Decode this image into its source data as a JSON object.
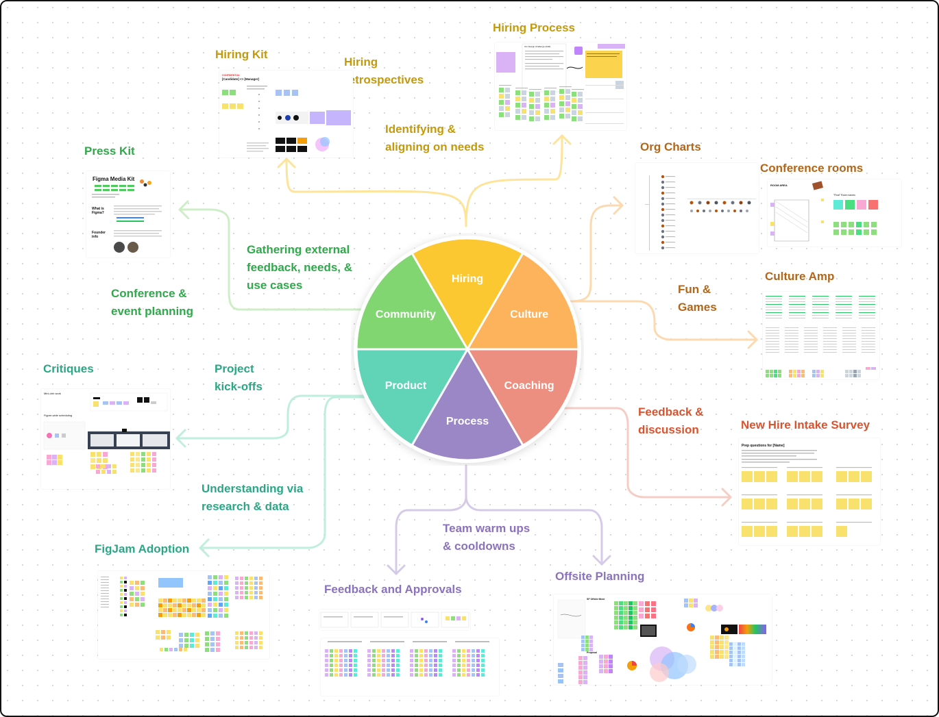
{
  "wheel": {
    "segments": [
      {
        "label": "Hiring",
        "color": "#fcc831"
      },
      {
        "label": "Culture",
        "color": "#fdb25c"
      },
      {
        "label": "Coaching",
        "color": "#ed8f80"
      },
      {
        "label": "Process",
        "color": "#9b87c5"
      },
      {
        "label": "Product",
        "color": "#61d3b7"
      },
      {
        "label": "Community",
        "color": "#81d672"
      }
    ]
  },
  "labels": {
    "hiring_process": "Hiring Process",
    "hiring_kit": "Hiring Kit",
    "hiring_retros": "Hiring\nretrospectives",
    "identifying": "Identifying &\naligning on needs",
    "press_kit": "Press Kit",
    "gathering": "Gathering external\nfeedback, needs, &\nuse cases",
    "conference_planning": "Conference &\nevent planning",
    "critiques": "Critiques",
    "kickoffs": "Project\nkick-offs",
    "understanding": "Understanding via\nresearch & data",
    "figjam": "FigJam Adoption",
    "warmups": "Team warm ups\n& cooldowns",
    "feedback_approvals": "Feedback and Approvals",
    "offsite": "Offsite Planning",
    "org_charts": "Org Charts",
    "conference_rooms": "Conference rooms",
    "fun_games": "Fun &\nGames",
    "culture_amp": "Culture Amp",
    "feedback_discussion": "Feedback &\ndiscussion",
    "intake_survey": "New Hire Intake Survey"
  },
  "thumbs": {
    "media_kit_title": "Figma Media Kit",
    "what_is_figma": "What is\nFigma?",
    "founder_info": "Founder\ninfo",
    "hiring_kit_title": "[Candidate] <> [Manager]",
    "hiring_kit_confidential": "CONFIDENTIAL",
    "hiring_process_title": "Our Design Challenge (draft)",
    "conf_rooms_title": "ROOM AREA",
    "conf_rooms_note": "\"Final\" Room names",
    "intake_title": "Prep questions for [Name]",
    "offsite_title": "SF Offsite Mixer",
    "offsite_proposal": "Proposal",
    "critiques_title": "Mini-ohh work",
    "critiques_subtitle": "Figure-wide scheduling"
  },
  "colors": {
    "hiring": "#c49a0b",
    "community": "#2eaa4a",
    "product": "#2aa785",
    "process": "#8a72bd",
    "culture": "#b2661a",
    "coaching": "#d9532f",
    "line_hiring": "#fde49a",
    "line_community": "#cdeec6",
    "line_product": "#bfeedd",
    "line_process": "#d5cbe8",
    "line_culture": "#fdd9b0",
    "line_coaching": "#f6cdc5"
  }
}
